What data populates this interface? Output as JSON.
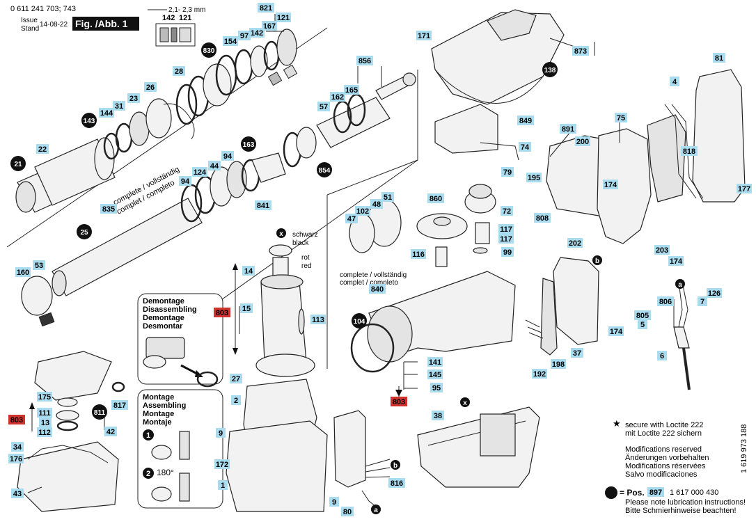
{
  "header": {
    "part_number": "0 611 241 703; 743",
    "issue_label": "Issue",
    "stand_label": "Stand",
    "date": "14-08-22",
    "fig_title": "Fig. /Abb. 1",
    "gap_range": "2,1- 2,3 mm",
    "gap_parts": [
      "142",
      "121"
    ]
  },
  "labels": {
    "b821": "821",
    "b121": "121",
    "b167": "167",
    "b142": "142",
    "b97": "97",
    "b154": "154",
    "b28": "28",
    "b26": "26",
    "b23": "23",
    "b31": "31",
    "b144": "144",
    "b22": "22",
    "b856": "856",
    "b165": "165",
    "b162": "162",
    "b57": "57",
    "b124": "124",
    "b44": "44",
    "b94a": "94",
    "b94b": "94",
    "b835": "835",
    "b160": "160",
    "b53": "53",
    "b841": "841",
    "b171": "171",
    "b873": "873",
    "b849": "849",
    "b74": "74",
    "b79": "79",
    "b81": "81",
    "b4": "4",
    "b818": "818",
    "b177": "177",
    "b891": "891",
    "b200": "200",
    "b75": "75",
    "b195": "195",
    "b174a": "174",
    "b808": "808",
    "b202": "202",
    "b203": "203",
    "b174b": "174",
    "b174c": "174",
    "b860": "860",
    "b72": "72",
    "b117a": "117",
    "b117b": "117",
    "b116": "116",
    "b99": "99",
    "b51": "51",
    "b48": "48",
    "b102": "102",
    "b47": "47",
    "b840": "840",
    "b14": "14",
    "b15": "15",
    "b113": "113",
    "b27": "27",
    "b2": "2",
    "b9a": "9",
    "b9b": "9",
    "b172": "172",
    "b1": "1",
    "b80": "80",
    "b816": "816",
    "b38": "38",
    "b141": "141",
    "b145": "145",
    "b95": "95",
    "b192": "192",
    "b198": "198",
    "b37": "37",
    "b806": "806",
    "b7": "7",
    "b126": "126",
    "b805": "805",
    "b5": "5",
    "b6": "6",
    "b175": "175",
    "b111": "111",
    "b13": "13",
    "b112": "112",
    "b817": "817",
    "b42": "42",
    "b34": "34",
    "b176": "176",
    "b43": "43"
  },
  "red_labels": {
    "r803a": "803",
    "r803b": "803",
    "r803c": "803"
  },
  "black_circles": {
    "c830": "830",
    "c143": "143",
    "c21": "21",
    "c163": "163",
    "c854": "854",
    "c25": "25",
    "c138": "138",
    "c104": "104",
    "c811": "811",
    "cpos": "897"
  },
  "annotations": {
    "complete_1": "complete / vollständig",
    "complete_2": "complet / completo",
    "complete_3": "complete / vollständig",
    "complete_4": "complet / completo",
    "schwarz": "schwarz",
    "black": "black",
    "rot": "rot",
    "red": "red",
    "x_mark": "x",
    "a_mark": "a",
    "b_mark": "b"
  },
  "demontage_box": {
    "title_lines": [
      "Demontage",
      "Disassembling",
      "Demontage",
      "Desmontar"
    ]
  },
  "montage_box": {
    "title_lines": [
      "Montage",
      "Assembling",
      "Montage",
      "Montaje"
    ],
    "step1": "1",
    "step2": "2",
    "angle": "180°"
  },
  "footer": {
    "loctite_lines": [
      "secure with Loctite 222",
      "mit Loctite 222 sichern"
    ],
    "mod_lines": [
      "Modifications reserved",
      "Änderungen vorbehalten",
      "Modifications réservées",
      "Salvo modificaciones"
    ],
    "pos_label": "= Pos.",
    "pos_number": "897",
    "pos_part": "1 617 000 430",
    "lube_lines": [
      "Please note lubrication instructions!",
      "Bitte Schmierhinweise beachten!"
    ],
    "side_code": "1 619 973 188"
  }
}
